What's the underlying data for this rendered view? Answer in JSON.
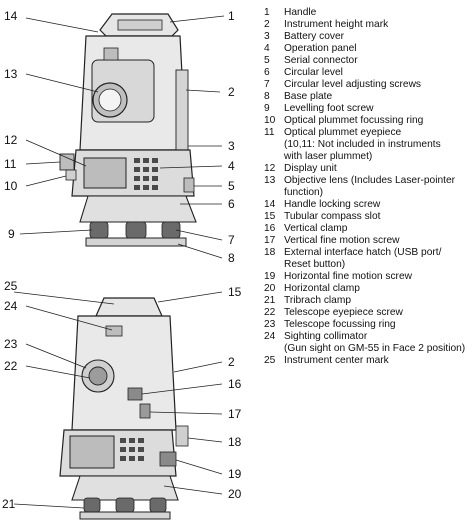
{
  "callouts_top": [
    "14",
    "1",
    "13",
    "2",
    "12",
    "3",
    "11",
    "4",
    "10",
    "5",
    "6",
    "9",
    "7",
    "8"
  ],
  "callouts_bottom": [
    "25",
    "15",
    "24",
    "23",
    "22",
    "2",
    "16",
    "17",
    "18",
    "19",
    "21",
    "20"
  ],
  "legend": [
    {
      "num": "1",
      "text": "Handle"
    },
    {
      "num": "2",
      "text": "Instrument height mark"
    },
    {
      "num": "3",
      "text": "Battery cover"
    },
    {
      "num": "4",
      "text": "Operation panel"
    },
    {
      "num": "5",
      "text": "Serial connector"
    },
    {
      "num": "6",
      "text": "Circular level"
    },
    {
      "num": "7",
      "text": "Circular level adjusting screws"
    },
    {
      "num": "8",
      "text": "Base plate"
    },
    {
      "num": "9",
      "text": "Levelling foot screw"
    },
    {
      "num": "10",
      "text": "Optical plummet focussing ring"
    },
    {
      "num": "11",
      "text": "Optical plummet eyepiece\n(10,11: Not included in instruments\nwith laser plummet)"
    },
    {
      "num": "12",
      "text": "Display unit"
    },
    {
      "num": "13",
      "text": "Objective lens (Includes Laser-pointer\nfunction)"
    },
    {
      "num": "14",
      "text": "Handle locking screw"
    },
    {
      "num": "15",
      "text": "Tubular compass slot"
    },
    {
      "num": "16",
      "text": "Vertical clamp"
    },
    {
      "num": "17",
      "text": "Vertical fine motion screw"
    },
    {
      "num": "18",
      "text": "External interface hatch (USB port/\nReset button)"
    },
    {
      "num": "19",
      "text": "Horizontal fine motion screw"
    },
    {
      "num": "20",
      "text": "Horizontal clamp"
    },
    {
      "num": "21",
      "text": "Tribrach clamp"
    },
    {
      "num": "22",
      "text": "Telescope eyepiece screw"
    },
    {
      "num": "23",
      "text": "Telescope focussing ring"
    },
    {
      "num": "24",
      "text": "Sighting collimator\n(Gun sight on GM-55 in Face 2 position)"
    },
    {
      "num": "25",
      "text": "Instrument center mark"
    }
  ]
}
